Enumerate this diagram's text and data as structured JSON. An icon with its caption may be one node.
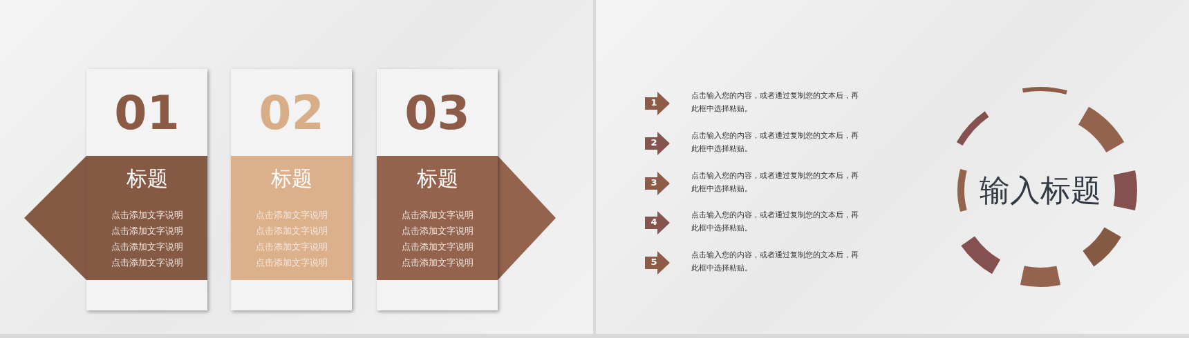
{
  "diagram": {
    "nodes": [
      {
        "text": [
          "01",
          "标题",
          "点击添加文字说明",
          "点击添加文字说明",
          "点击添加文字说明",
          "点击添加文字说明"
        ]
      },
      {
        "text": [
          "02",
          "标题",
          "点击添加文字说明",
          "点击添加文字说明",
          "点击添加文字说明",
          "点击添加文字说明"
        ]
      },
      {
        "text": [
          "03",
          "标题",
          "点击添加文字说明",
          "点击添加文字说明",
          "点击添加文字说明",
          "点击添加文字说明"
        ]
      },
      {
        "text": [
          "1"
        ],
        "beside": [
          "点击输入您的内容，或者通过复制您的文本后，再此框中选择粘贴。"
        ]
      },
      {
        "text": [
          "2"
        ],
        "beside": [
          "点击输入您的内容，或者通过复制您的文本后，再此框中选择粘贴。"
        ]
      },
      {
        "text": [
          "3"
        ],
        "beside": [
          "点击输入您的内容，或者通过复制您的文本后，再此框中选择粘贴。"
        ]
      },
      {
        "text": [
          "4"
        ],
        "beside": [
          "点击输入您的内容，或者通过复制您的文本后，再此框中选择粘贴。"
        ]
      },
      {
        "text": [
          "5"
        ],
        "beside": [
          "点击输入您的内容，或者通过复制您的文本后，再此框中选择粘贴。"
        ]
      },
      {
        "text": [
          "输入标题"
        ]
      }
    ],
    "edges": []
  }
}
